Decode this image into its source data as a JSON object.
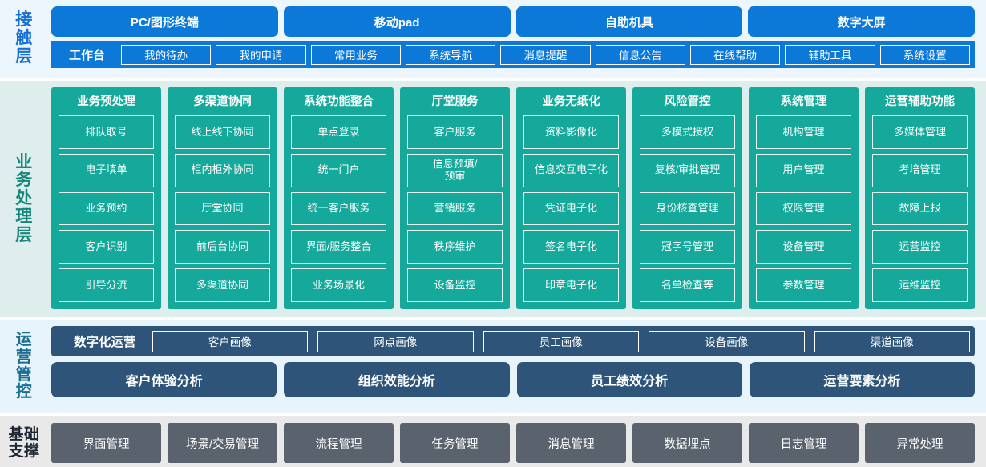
{
  "bands": {
    "contact": {
      "label": "接触层",
      "label_color": "#1470d4",
      "band_bg": "#eef6fd",
      "accent": "#0c79d8",
      "channels": [
        "PC/图形终端",
        "移动pad",
        "自助机具",
        "数字大屏"
      ],
      "workbench_title": "工作台",
      "workbench_items": [
        "我的待办",
        "我的申请",
        "常用业务",
        "系统导航",
        "消息提醒",
        "信息公告",
        "在线帮助",
        "辅助工具",
        "系统设置"
      ]
    },
    "business": {
      "label": "业务处理层",
      "label_color": "#17867c",
      "band_bg": "#ddeeec",
      "accent": "#14a99a",
      "columns": [
        {
          "title": "业务预处理",
          "items": [
            "排队取号",
            "电子填单",
            "业务预约",
            "客户识别",
            "引导分流"
          ]
        },
        {
          "title": "多渠道协同",
          "items": [
            "线上线下协同",
            "柜内柜外协同",
            "厅堂协同",
            "前后台协同",
            "多渠道协同"
          ]
        },
        {
          "title": "系统功能整合",
          "items": [
            "单点登录",
            "统一门户",
            "统一客户服务",
            "界面/服务整合",
            "业务场景化"
          ]
        },
        {
          "title": "厅堂服务",
          "items": [
            "客户服务",
            "信息预填/\n预审",
            "营销服务",
            "秩序维护",
            "设备监控"
          ]
        },
        {
          "title": "业务无纸化",
          "items": [
            "资料影像化",
            "信息交互电子化",
            "凭证电子化",
            "签名电子化",
            "印章电子化"
          ]
        },
        {
          "title": "风险管控",
          "items": [
            "多模式授权",
            "复核/审批管理",
            "身份核查管理",
            "冠字号管理",
            "名单检查等"
          ]
        },
        {
          "title": "系统管理",
          "items": [
            "机构管理",
            "用户管理",
            "权限管理",
            "设备管理",
            "参数管理"
          ]
        },
        {
          "title": "运营辅助功能",
          "items": [
            "多媒体管理",
            "考培管理",
            "故障上报",
            "运营监控",
            "运维监控"
          ]
        }
      ]
    },
    "operations": {
      "label": "运营管控",
      "label_color": "#1a6e93",
      "band_bg": "#e8f4fb",
      "accent": "#2e5579",
      "portrait_title": "数字化运营",
      "portrait_items": [
        "客户画像",
        "网点画像",
        "员工画像",
        "设备画像",
        "渠道画像"
      ],
      "analysis_items": [
        "客户体验分析",
        "组织效能分析",
        "员工绩效分析",
        "运营要素分析"
      ]
    },
    "foundation": {
      "label": "基础支撑",
      "label_color": "#1c2733",
      "band_bg": "#e9e9e9",
      "accent": "#59626d",
      "items": [
        "界面管理",
        "场景/交易管理",
        "流程管理",
        "任务管理",
        "消息管理",
        "数据埋点",
        "日志管理",
        "异常处理"
      ]
    }
  }
}
